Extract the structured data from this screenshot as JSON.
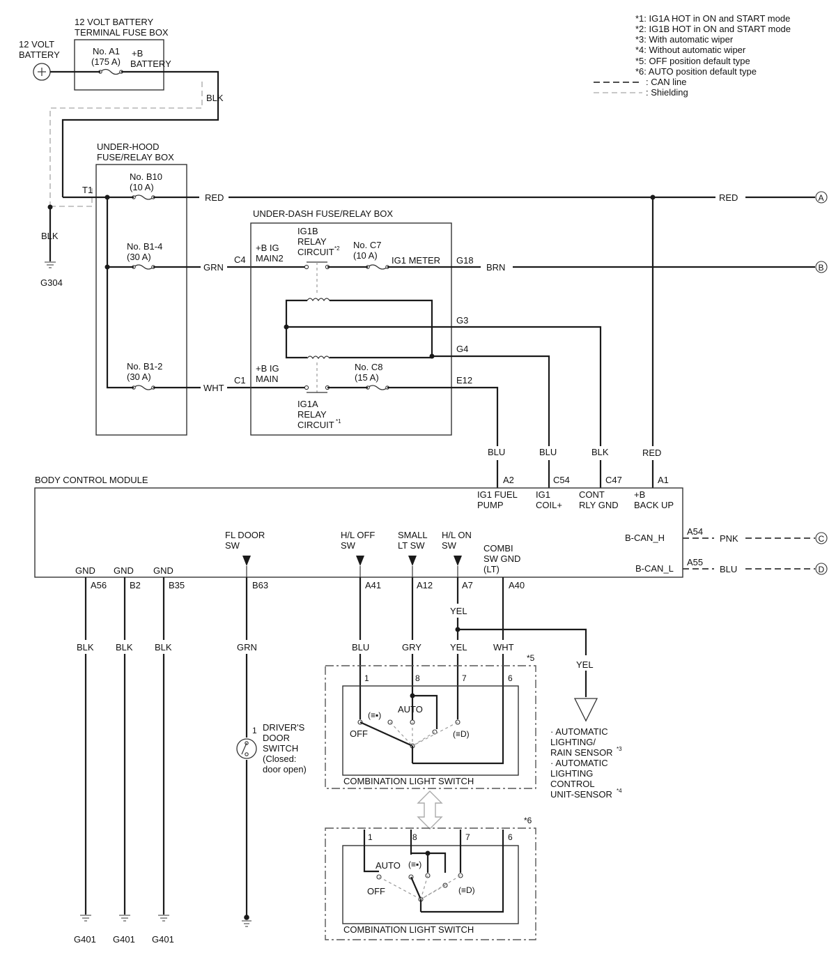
{
  "legend": {
    "n1": "*1: IG1A HOT in ON and START mode",
    "n2": "*2: IG1B HOT in ON and START mode",
    "n3": "*3: With automatic wiper",
    "n4": "*4: Without automatic wiper",
    "n5": "*5: OFF position default type",
    "n6": "*6: AUTO position default type",
    "can": ": CAN line",
    "shielding": ": Shielding"
  },
  "battery": {
    "l1": "12 VOLT",
    "l2": "BATTERY"
  },
  "terminal_box": {
    "title_l1": "12 VOLT BATTERY",
    "title_l2": "TERMINAL FUSE BOX",
    "fuse_name": "No. A1",
    "fuse_rating": "(175 A)",
    "circuit_l1": "+B",
    "circuit_l2": "BATTERY"
  },
  "underhood": {
    "title_l1": "UNDER-HOOD",
    "title_l2": "FUSE/RELAY BOX",
    "t1": "T1",
    "b10_name": "No. B10",
    "b10_rating": "(10 A)",
    "b14_name": "No. B1-4",
    "b14_rating": "(30 A)",
    "b12_name": "No. B1-2",
    "b12_rating": "(30 A)"
  },
  "underdash": {
    "title": "UNDER-DASH FUSE/RELAY BOX",
    "main2_l1": "+B IG",
    "main2_l2": "MAIN2",
    "main_l1": "+B IG",
    "main_l2": "MAIN",
    "ig1b_l1": "IG1B",
    "ig1b_l2": "RELAY",
    "ig1b_l3": "CIRCUIT",
    "ig1b_sup": "*2",
    "ig1a_l1": "IG1A",
    "ig1a_l2": "RELAY",
    "ig1a_l3": "CIRCUIT",
    "ig1a_sup": "*1",
    "c7_name": "No. C7",
    "c7_rating": "(10 A)",
    "c8_name": "No. C8",
    "c8_rating": "(15 A)",
    "ig1_meter": "IG1 METER",
    "c4": "C4",
    "c1": "C1",
    "g18": "G18",
    "g3": "G3",
    "g4": "G4",
    "e12": "E12"
  },
  "wires": {
    "blk_top": "BLK",
    "blk_g304": "BLK",
    "red": "RED",
    "red_right": "RED",
    "grn": "GRN",
    "brn": "BRN",
    "wht": "WHT",
    "blu_a2": "BLU",
    "blu_c54": "BLU",
    "blk_c47": "BLK",
    "red_a1": "RED",
    "pnk": "PNK",
    "blu_can": "BLU",
    "blk_a56": "BLK",
    "blk_b2": "BLK",
    "blk_b35": "BLK",
    "grn_b63": "GRN",
    "blu_a41": "BLU",
    "gry_a12": "GRY",
    "yel_a7": "YEL",
    "yel_a7b": "YEL",
    "wht_a40": "WHT",
    "yel_sensor": "YEL"
  },
  "connectors": {
    "a": "A",
    "b": "B",
    "c": "C",
    "d": "D"
  },
  "grounds": {
    "g304": "G304",
    "g401_1": "G401",
    "g401_2": "G401",
    "g401_3": "G401"
  },
  "bcm": {
    "title": "BODY CONTROL MODULE",
    "a2": "A2",
    "c54": "C54",
    "c47": "C47",
    "a1": "A1",
    "fuel_l1": "IG1 FUEL",
    "fuel_l2": "PUMP",
    "coil_l1": "IG1",
    "coil_l2": "COIL+",
    "rly_l1": "CONT",
    "rly_l2": "RLY GND",
    "bk_l1": "+B",
    "bk_l2": "BACK UP",
    "bcanh": "B-CAN_H",
    "bcanl": "B-CAN_L",
    "a54": "A54",
    "a55": "A55",
    "gnd1": "GND",
    "gnd2": "GND",
    "gnd3": "GND",
    "a56": "A56",
    "b2": "B2",
    "b35": "B35",
    "fldoor_l1": "FL DOOR",
    "fldoor_l2": "SW",
    "b63": "B63",
    "hloff_l1": "H/L OFF",
    "hloff_l2": "SW",
    "a41": "A41",
    "small_l1": "SMALL",
    "small_l2": "LT SW",
    "a12": "A12",
    "hlon_l1": "H/L ON",
    "hlon_l2": "SW",
    "a7": "A7",
    "combi_l1": "COMBI",
    "combi_l2": "SW GND",
    "combi_l3": "(LT)",
    "a40": "A40"
  },
  "door_switch": {
    "pin": "1",
    "l1": "DRIVER'S",
    "l2": "DOOR",
    "l3": "SWITCH",
    "l4": "(Closed:",
    "l5": "door open)"
  },
  "sensor": {
    "l1": "· AUTOMATIC",
    "l2": "LIGHTING/",
    "l3": "RAIN SENSOR",
    "l3_sup": "*3",
    "l4": "· AUTOMATIC",
    "l5": "LIGHTING",
    "l6": "CONTROL",
    "l7": "UNIT-SENSOR",
    "l7_sup": "*4"
  },
  "switch_off_default": {
    "tag": "*5",
    "p1": "1",
    "p8": "8",
    "p7": "7",
    "p6": "6",
    "auto": "AUTO",
    "off": "OFF",
    "park": "(≡▪)",
    "head": "(≡D)",
    "title": "COMBINATION LIGHT SWITCH"
  },
  "switch_auto_default": {
    "tag": "*6",
    "p1": "1",
    "p8": "8",
    "p7": "7",
    "p6": "6",
    "auto": "AUTO",
    "off": "OFF",
    "park": "(≡▪)",
    "head": "(≡D)",
    "title": "COMBINATION LIGHT SWITCH"
  }
}
